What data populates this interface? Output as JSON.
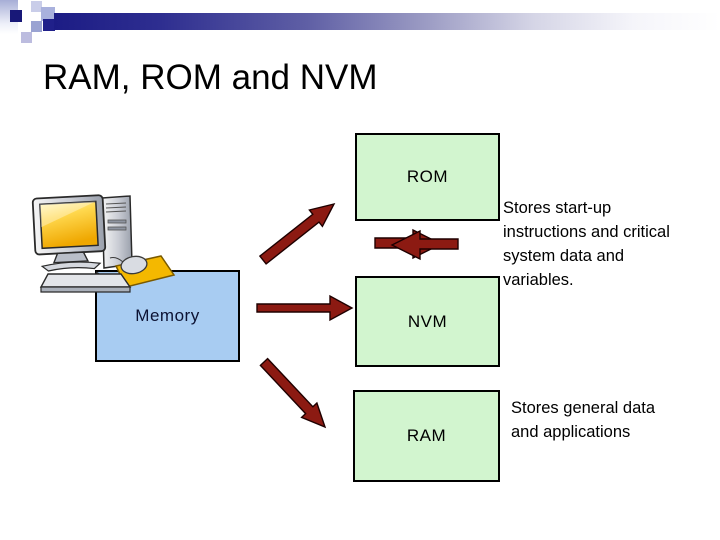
{
  "slide": {
    "title": "RAM, ROM and NVM",
    "memory_box": {
      "label": "Memory"
    },
    "storage_boxes": [
      {
        "id": "rom",
        "label": "ROM"
      },
      {
        "id": "nvm",
        "label": "NVM"
      },
      {
        "id": "ram",
        "label": "RAM"
      }
    ],
    "notes": {
      "rom": "Stores start-up\ninstructions and critical\nsystem data and\nvariables.",
      "ram": "Stores general data\nand applications"
    },
    "icons": {
      "computer": "computer-clipart-icon",
      "arrow_memory_to_rom": "up-right-arrow-icon",
      "arrow_memory_to_nvm": "right-arrow-icon",
      "arrow_memory_to_ram": "down-right-arrow-icon",
      "arrow_rom_nvm": "opposing-arrows-icon"
    },
    "colors": {
      "box_green": "#d2f5cf",
      "box_blue": "#a8ccf2",
      "arrow_red": "#8c1a12",
      "header_navy": "#1c1c85"
    }
  }
}
